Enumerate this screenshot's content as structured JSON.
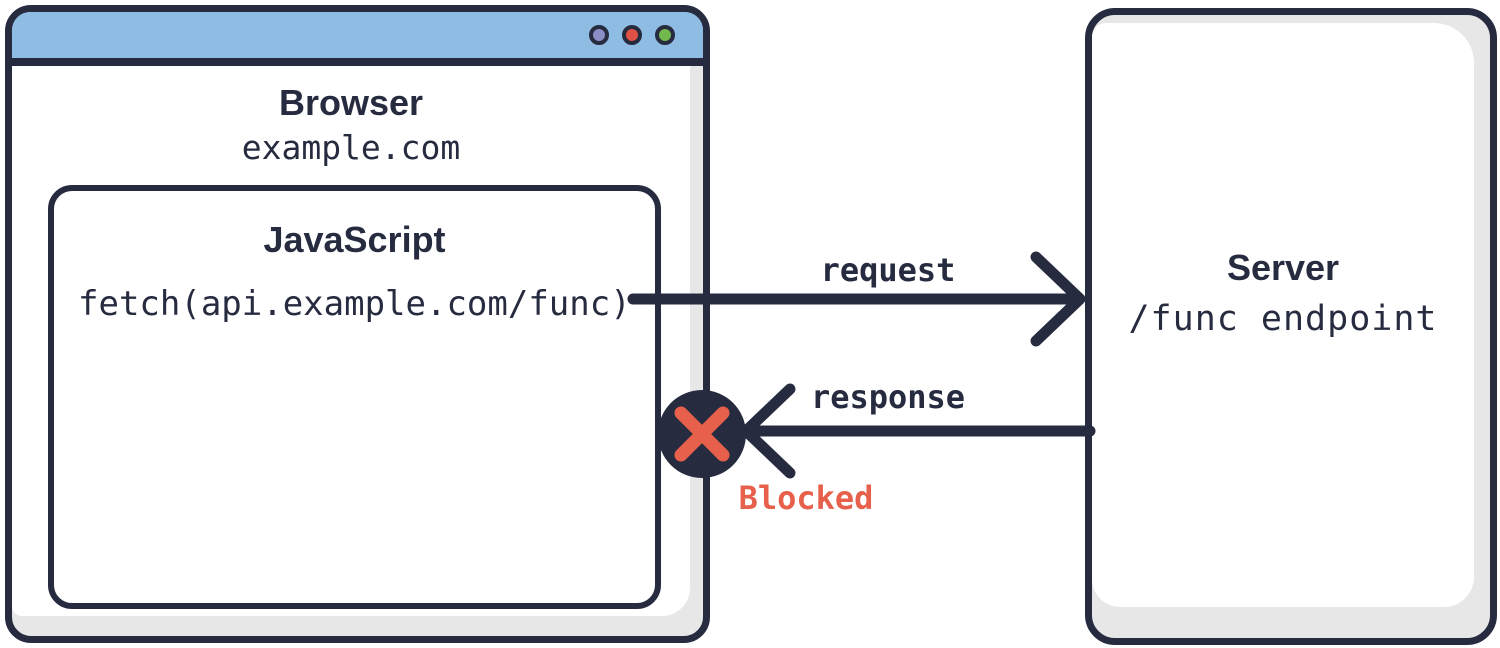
{
  "colors": {
    "navy": "#272B40",
    "blue": "#8FBCE3",
    "gray": "#E7E7E7",
    "coral": "#E7604B",
    "dot-purple": "#8B8DC5",
    "dot-red": "#E05145",
    "dot-green": "#73B84C"
  },
  "browser": {
    "title": "Browser",
    "url": "example.com",
    "window_controls": [
      "purple-dot",
      "red-dot",
      "green-dot"
    ],
    "js_box": {
      "title": "JavaScript",
      "code": "fetch(api.example.com/func)"
    }
  },
  "server": {
    "title": "Server",
    "subtitle": "/func endpoint"
  },
  "labels": {
    "request": "request",
    "response": "response",
    "blocked": "Blocked"
  }
}
